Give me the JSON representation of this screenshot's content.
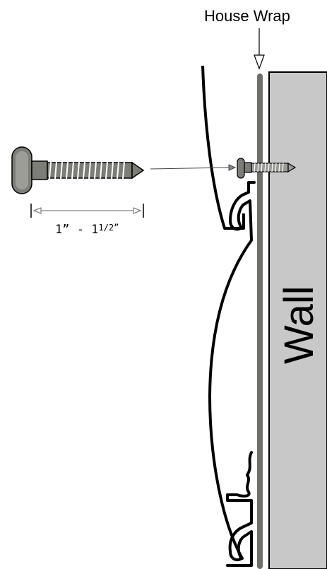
{
  "labels": {
    "house_wrap": "House Wrap",
    "wall": "Wall",
    "dimension_main": "1” - 1",
    "dimension_fraction": "1/2”"
  },
  "colors": {
    "wall_fill": "#c8c8c8",
    "house_wrap": "#6e6e6a",
    "screw": "#7d7d78",
    "outline": "#000000"
  }
}
